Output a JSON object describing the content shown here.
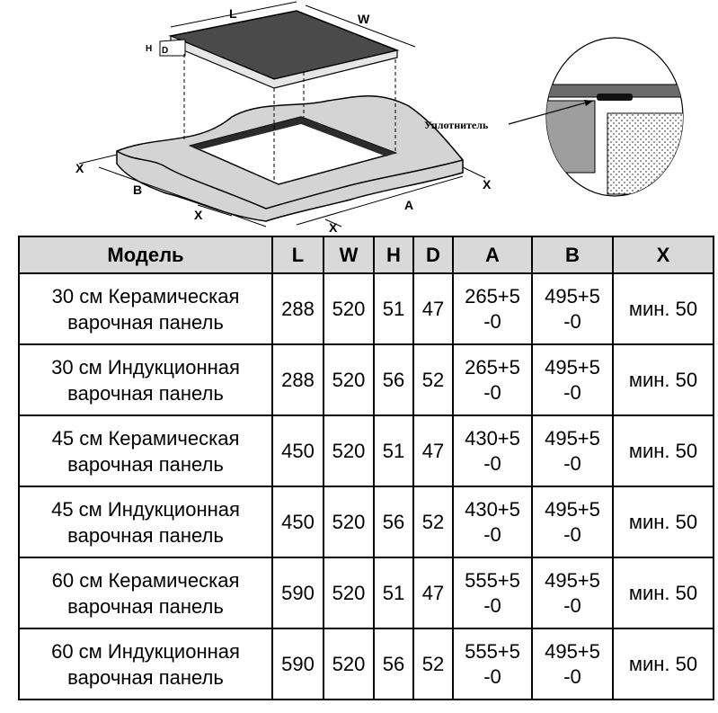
{
  "diagram": {
    "labels": {
      "L": "L",
      "W": "W",
      "H": "H",
      "D": "D",
      "A": "A",
      "B": "B",
      "X": "X"
    },
    "seal_label": "Уплотнитель"
  },
  "table": {
    "headers": [
      "Модель",
      "L",
      "W",
      "H",
      "D",
      "A",
      "B",
      "X"
    ],
    "rows": [
      {
        "model_line1": "30 см Керамическая",
        "model_line2": "варочная панель",
        "L": "288",
        "W": "520",
        "H": "51",
        "D": "47",
        "A_line1": "265+5",
        "A_line2": "-0",
        "B_line1": "495+5",
        "B_line2": "-0",
        "X": "мин. 50"
      },
      {
        "model_line1": "30 см Индукционная",
        "model_line2": "варочная панель",
        "L": "288",
        "W": "520",
        "H": "56",
        "D": "52",
        "A_line1": "265+5",
        "A_line2": "-0",
        "B_line1": "495+5",
        "B_line2": "-0",
        "X": "мин. 50"
      },
      {
        "model_line1": "45 см Керамическая",
        "model_line2": "варочная панель",
        "L": "450",
        "W": "520",
        "H": "51",
        "D": "47",
        "A_line1": "430+5",
        "A_line2": "-0",
        "B_line1": "495+5",
        "B_line2": "-0",
        "X": "мин. 50"
      },
      {
        "model_line1": "45 см Индукционная",
        "model_line2": "варочная панель",
        "L": "450",
        "W": "520",
        "H": "56",
        "D": "52",
        "A_line1": "430+5",
        "A_line2": "-0",
        "B_line1": "495+5",
        "B_line2": "-0",
        "X": "мин. 50"
      },
      {
        "model_line1": "60 см Керамическая",
        "model_line2": "варочная панель",
        "L": "590",
        "W": "520",
        "H": "51",
        "D": "47",
        "A_line1": "555+5",
        "A_line2": "-0",
        "B_line1": "495+5",
        "B_line2": "-0",
        "X": "мин. 50"
      },
      {
        "model_line1": "60 см Индукционная",
        "model_line2": "варочная панель",
        "L": "590",
        "W": "520",
        "H": "56",
        "D": "52",
        "A_line1": "555+5",
        "A_line2": "-0",
        "B_line1": "495+5",
        "B_line2": "-0",
        "X": "мин. 50"
      }
    ]
  },
  "colors": {
    "cooktop_glass": "#4a4a4a",
    "countertop": "#d4d4d4",
    "header_bg": "#d9d9d9",
    "border": "#000000"
  }
}
